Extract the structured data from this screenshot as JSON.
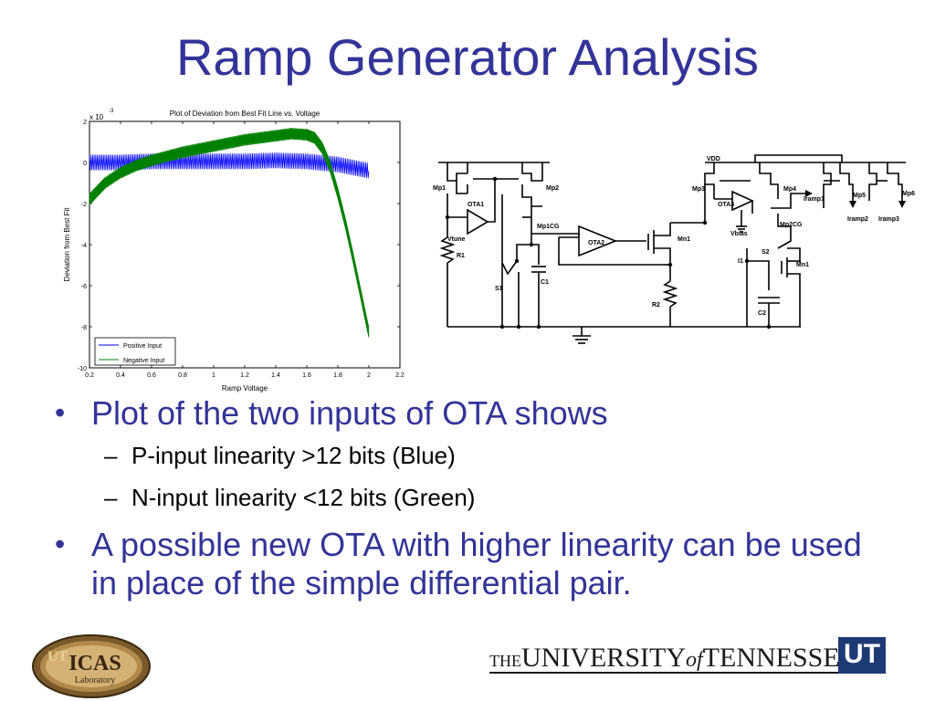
{
  "slide": {
    "title": "Ramp Generator Analysis",
    "bullets": [
      {
        "text": "Plot of the two inputs of OTA shows"
      },
      {
        "text": "A possible new OTA with higher linearity can be used in place of the simple differential pair."
      }
    ],
    "sub_bullets": [
      {
        "text": "P-input linearity >12 bits (Blue)"
      },
      {
        "text": "N-input linearity <12 bits (Green)"
      }
    ],
    "bullet_glyph": "•",
    "dash_glyph": "–"
  },
  "chart_data": {
    "type": "line",
    "title": "Plot of Deviation from Best Fit Line vs. Voltage",
    "xlabel": "Ramp Voltage",
    "ylabel": "Deviation from Best Fit",
    "y_multiplier": "x 10",
    "y_multiplier_exp": "-3",
    "xlim": [
      0.2,
      2.2
    ],
    "ylim": [
      -10,
      2
    ],
    "xticks": [
      "0.2",
      "0.4",
      "0.6",
      "0.8",
      "1",
      "1.2",
      "1.4",
      "1.6",
      "1.8",
      "2",
      "2.2"
    ],
    "yticks": [
      "2",
      "0",
      "-2",
      "-4",
      "-6",
      "-8",
      "-10"
    ],
    "legend_position": "bottom-left",
    "series": [
      {
        "name": "Positive Input",
        "color": "#0000ff",
        "x": [
          0.2,
          0.4,
          0.6,
          0.8,
          1.0,
          1.2,
          1.4,
          1.6,
          1.8,
          2.0
        ],
        "y": [
          0.0,
          0.0,
          0.05,
          0.05,
          0.05,
          0.05,
          0.1,
          0.05,
          -0.1,
          -0.4
        ]
      },
      {
        "name": "Negative Input",
        "color": "#008000",
        "x": [
          0.2,
          0.25,
          0.3,
          0.4,
          0.5,
          0.6,
          0.7,
          0.8,
          0.9,
          1.0,
          1.1,
          1.2,
          1.3,
          1.4,
          1.5,
          1.6,
          1.65,
          1.7,
          1.75,
          1.8,
          1.85,
          1.9,
          1.95,
          2.0
        ],
        "y": [
          -1.8,
          -1.4,
          -1.0,
          -0.5,
          -0.15,
          0.1,
          0.3,
          0.5,
          0.65,
          0.8,
          0.95,
          1.1,
          1.2,
          1.3,
          1.4,
          1.35,
          1.2,
          0.7,
          -0.2,
          -1.5,
          -3.0,
          -4.7,
          -6.5,
          -8.3
        ]
      }
    ]
  },
  "circuit": {
    "labels": [
      "Mp1",
      "Mp2",
      "Mp1CG",
      "OTA1",
      "Vtune",
      "R1",
      "S1",
      "C1",
      "OTA2",
      "Mn1",
      "R2",
      "VDD",
      "Mp3",
      "Mp4",
      "Mp2CG",
      "OTA3",
      "Vbias",
      "S2",
      "I1",
      "Mn1",
      "C2",
      "Iramp1",
      "Mp5",
      "Mp6",
      "Iramp2",
      "Iramp3"
    ]
  },
  "logos": {
    "left": {
      "text": "ICAS",
      "subtext": "Laboratory"
    },
    "right": {
      "text_the": "THE",
      "text_main": "UNIVERSITY",
      "text_of": "of",
      "text_state": "TENNESSEE",
      "mark": "UT"
    }
  }
}
